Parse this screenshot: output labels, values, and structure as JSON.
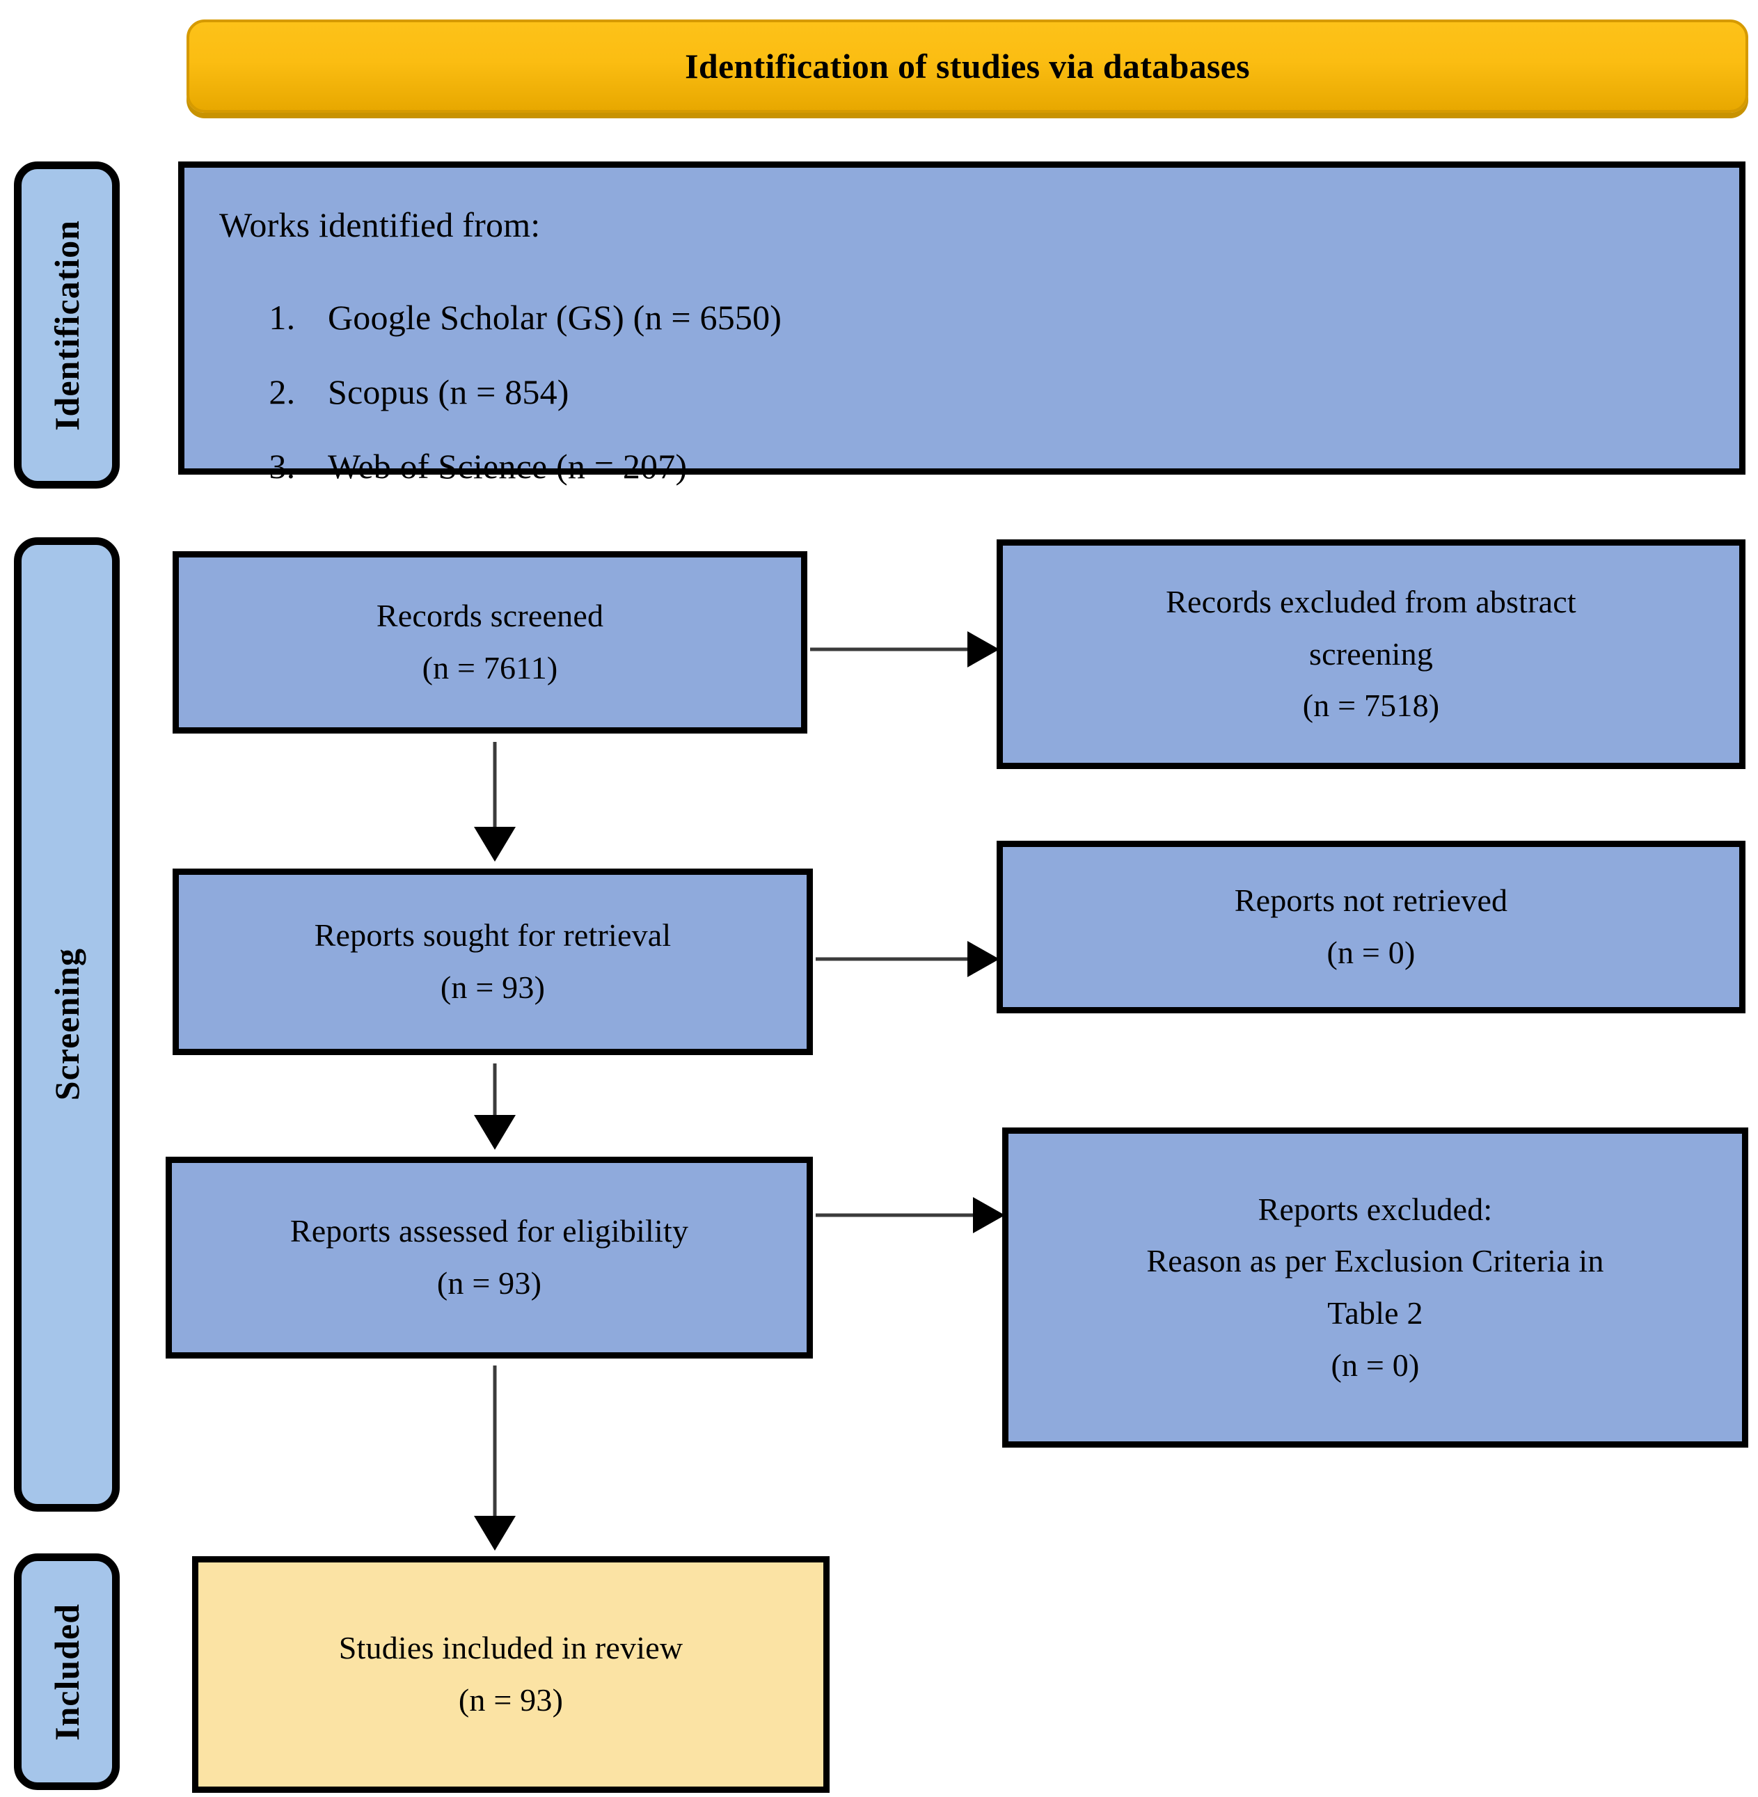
{
  "banner": {
    "title": "Identification of studies via databases"
  },
  "rails": [
    {
      "id": "identification",
      "label": "Identification"
    },
    {
      "id": "screening",
      "label": "Screening"
    },
    {
      "id": "included",
      "label": "Included"
    }
  ],
  "identification": {
    "lead": "Works identified from:",
    "sources": [
      "Google Scholar (GS) (n = 6550)",
      "Scopus (n = 854)",
      "Web of Science (n = 207)"
    ]
  },
  "flow": {
    "screened": {
      "label": "Records screened",
      "count": "(n = 7611)"
    },
    "excluded_abstract": {
      "line1": "Records excluded from abstract",
      "line2": "screening",
      "count": "(n = 7518)"
    },
    "sought": {
      "label": "Reports sought for retrieval",
      "count": "(n = 93)"
    },
    "not_retrieved": {
      "label": "Reports not retrieved",
      "count": "(n = 0)"
    },
    "assessed": {
      "label": "Reports assessed for eligibility",
      "count": "(n = 93)"
    },
    "excluded_reports": {
      "line1": "Reports excluded:",
      "line2": "Reason as per Exclusion Criteria in",
      "line3": "Table 2",
      "count": "(n = 0)"
    },
    "included": {
      "label": "Studies included in review",
      "count": "(n = 93)"
    }
  },
  "colors": {
    "banner": "#FBBD12",
    "box_blue": "#8FAADC",
    "rail_blue": "#A5C5EA",
    "box_cream": "#FBE3A4",
    "border": "#000000",
    "connector": "#3B3B3B"
  }
}
